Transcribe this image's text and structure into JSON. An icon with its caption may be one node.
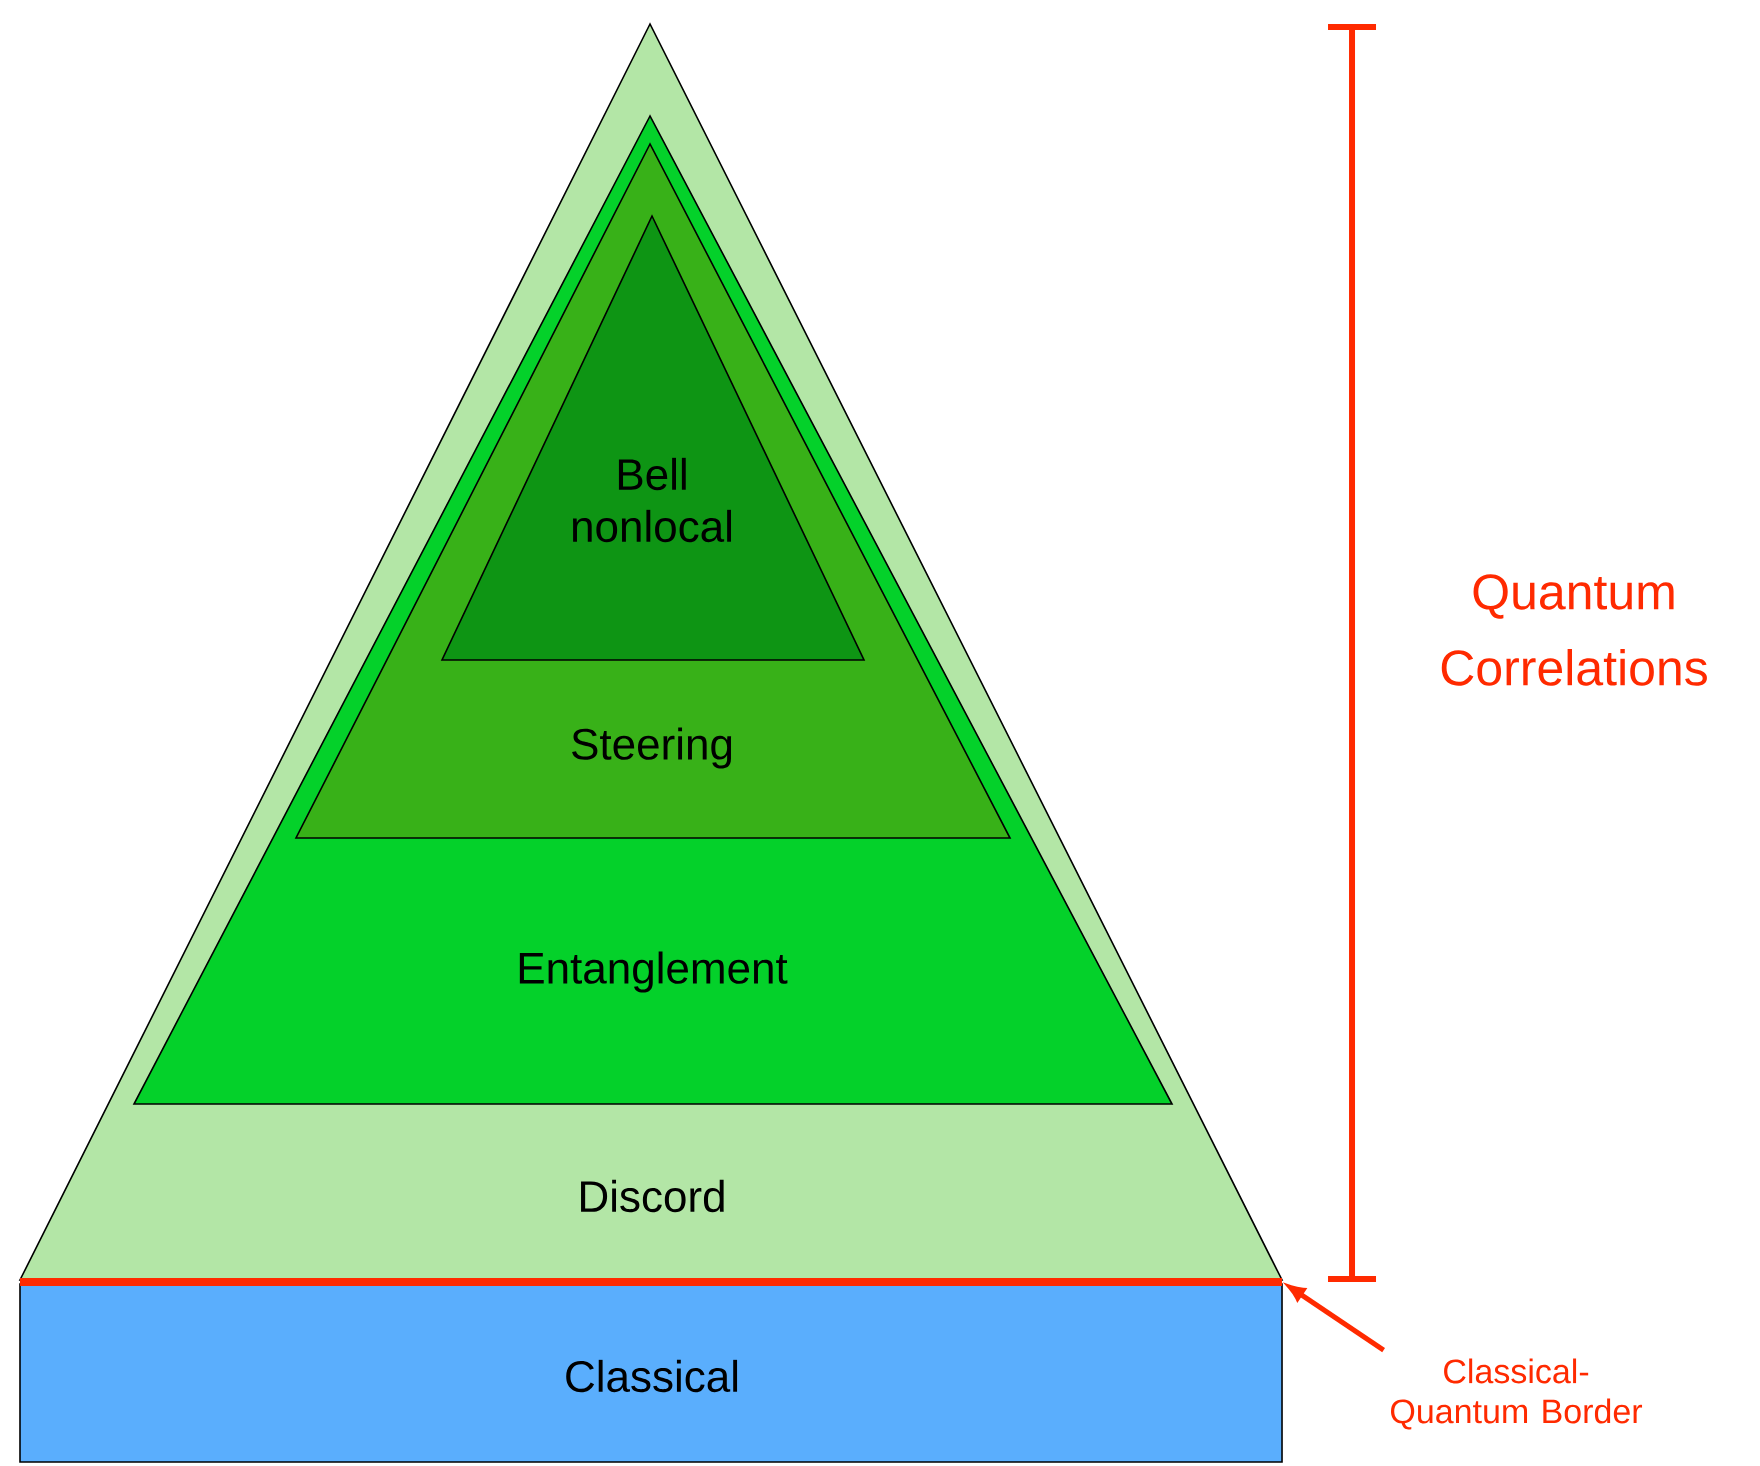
{
  "diagram": {
    "nodes": [
      {
        "text": [
          "Discord"
        ]
      },
      {
        "text": [
          "Entanglement"
        ],
        "in": 0
      },
      {
        "text": [
          "Steering"
        ],
        "in": 1
      },
      {
        "text": [
          "Bell nonlocal"
        ],
        "in": 2
      },
      {
        "text": [
          "Classical"
        ]
      },
      {
        "text": [
          "Classical-Quantum Border"
        ]
      },
      {
        "text": [],
        "shape": "bar"
      }
    ],
    "edges": [
      {
        "from": 5,
        "to": 6,
        "arrow": "to",
        "color": "#ff2a00"
      }
    ],
    "labels": [
      "Quantum Correlations"
    ]
  }
}
